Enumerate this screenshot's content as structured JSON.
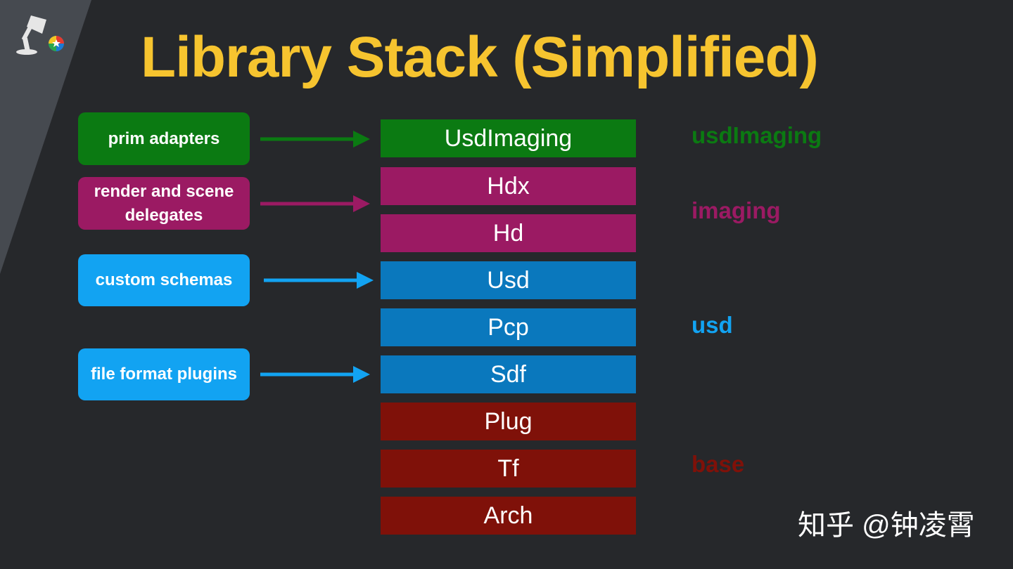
{
  "slide": {
    "title": "Library Stack (Simplified)",
    "watermark": "知乎 @钟凌霄"
  },
  "colors": {
    "background": "#26282b",
    "title": "#f6c42f",
    "green": "#0b7a12",
    "magenta": "#9b1a63",
    "blue": "#0a78bd",
    "light_blue": "#12a3f2",
    "dark_red": "#7f1109"
  },
  "plugins": [
    {
      "label": "prim adapters",
      "color": "#0b7a12"
    },
    {
      "label": "render and scene delegates",
      "color": "#9b1a63"
    },
    {
      "label": "custom schemas",
      "color": "#12a3f2"
    },
    {
      "label": "file format plugins",
      "color": "#12a3f2"
    }
  ],
  "layers": [
    {
      "label": "UsdImaging",
      "color": "#0b7a12"
    },
    {
      "label": "Hdx",
      "color": "#9b1a63"
    },
    {
      "label": "Hd",
      "color": "#9b1a63"
    },
    {
      "label": "Usd",
      "color": "#0a78bd"
    },
    {
      "label": "Pcp",
      "color": "#0a78bd"
    },
    {
      "label": "Sdf",
      "color": "#0a78bd"
    },
    {
      "label": "Plug",
      "color": "#7f1109"
    },
    {
      "label": "Tf",
      "color": "#7f1109"
    },
    {
      "label": "Arch",
      "color": "#7f1109"
    }
  ],
  "groups": [
    {
      "label": "usdImaging",
      "color": "#0b7a12"
    },
    {
      "label": "imaging",
      "color": "#9b1a63"
    },
    {
      "label": "usd",
      "color": "#12a3f2"
    },
    {
      "label": "base",
      "color": "#7f1109"
    }
  ],
  "icons": {
    "logo": "pixar-lamp-logo"
  }
}
